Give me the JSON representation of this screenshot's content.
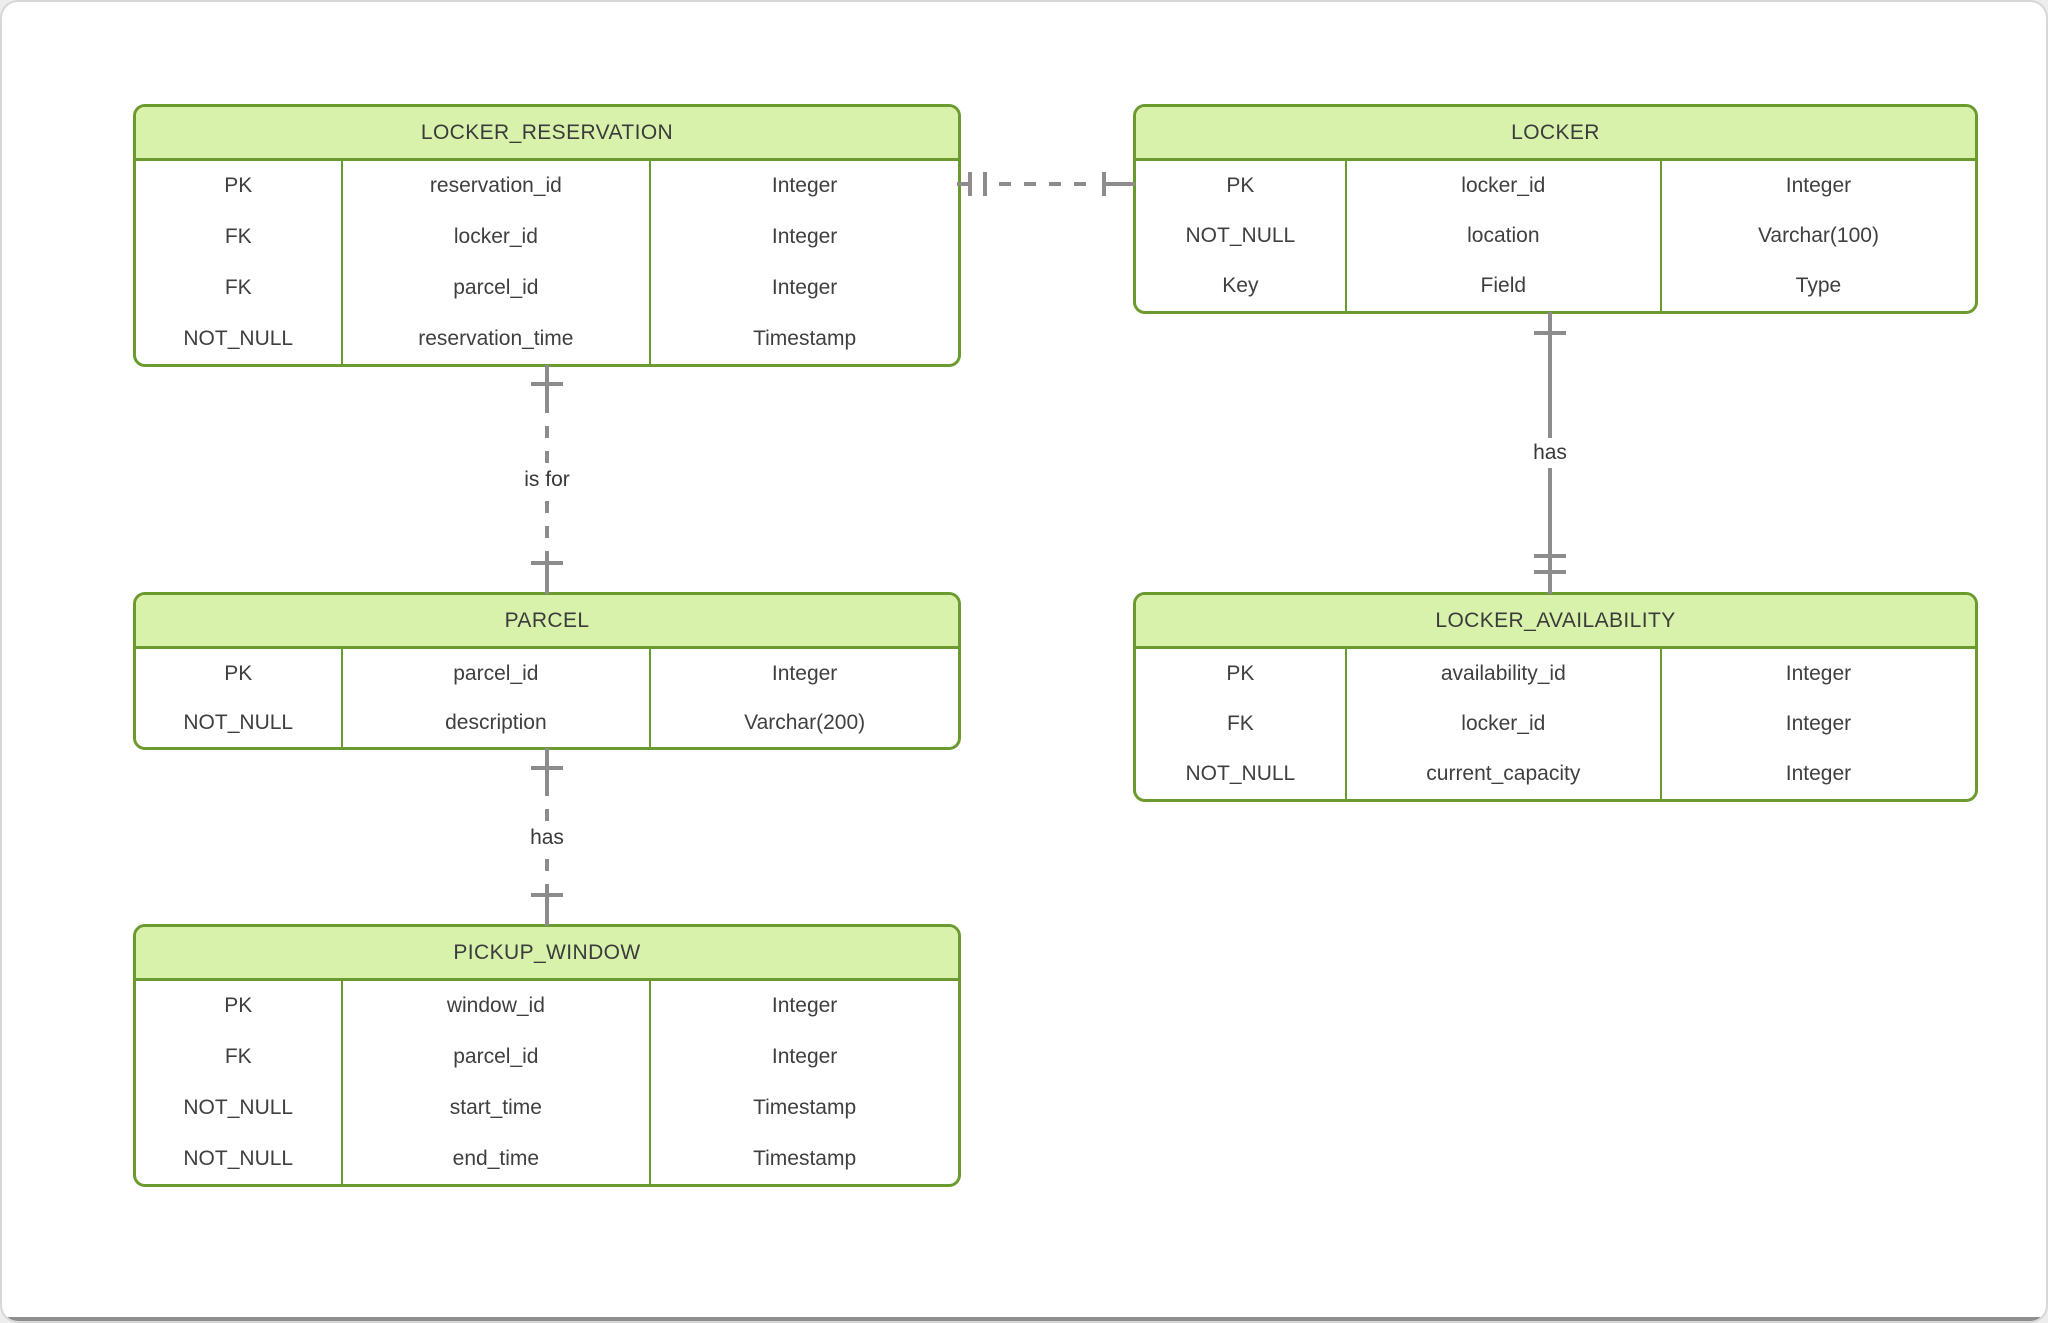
{
  "diagram": {
    "colors": {
      "table_border": "#6b9a2e",
      "header_fill": "#d9f2ab",
      "connector_gray": "#8c8c8c",
      "text": "#3f3f3f"
    },
    "tables": [
      {
        "title": "LOCKER_RESERVATION",
        "rows": [
          [
            "PK",
            "reservation_id",
            "Integer"
          ],
          [
            "FK",
            "locker_id",
            "Integer"
          ],
          [
            "FK",
            "parcel_id",
            "Integer"
          ],
          [
            "NOT_NULL",
            "reservation_time",
            "Timestamp"
          ]
        ]
      },
      {
        "title": "LOCKER",
        "rows": [
          [
            "PK",
            "locker_id",
            "Integer"
          ],
          [
            "NOT_NULL",
            "location",
            "Varchar(100)"
          ],
          [
            "Key",
            "Field",
            "Type"
          ]
        ]
      },
      {
        "title": "PARCEL",
        "rows": [
          [
            "PK",
            "parcel_id",
            "Integer"
          ],
          [
            "NOT_NULL",
            "description",
            "Varchar(200)"
          ]
        ]
      },
      {
        "title": "LOCKER_AVAILABILITY",
        "rows": [
          [
            "PK",
            "availability_id",
            "Integer"
          ],
          [
            "FK",
            "locker_id",
            "Integer"
          ],
          [
            "NOT_NULL",
            "current_capacity",
            "Integer"
          ]
        ]
      },
      {
        "title": "PICKUP_WINDOW",
        "rows": [
          [
            "PK",
            "window_id",
            "Integer"
          ],
          [
            "FK",
            "parcel_id",
            "Integer"
          ],
          [
            "NOT_NULL",
            "start_time",
            "Timestamp"
          ],
          [
            "NOT_NULL",
            "end_time",
            "Timestamp"
          ]
        ]
      }
    ],
    "connectors": [
      {
        "from": "LOCKER_RESERVATION",
        "to": "LOCKER",
        "label": "",
        "line": "dashed",
        "from_marker": "one-and-only-one",
        "to_marker": "one"
      },
      {
        "from": "LOCKER_RESERVATION",
        "to": "PARCEL",
        "label": "is for",
        "line": "dashed",
        "from_marker": "one",
        "to_marker": "one"
      },
      {
        "from": "LOCKER",
        "to": "LOCKER_AVAILABILITY",
        "label": "has",
        "line": "solid",
        "from_marker": "one",
        "to_marker": "one-and-only-one"
      },
      {
        "from": "PARCEL",
        "to": "PICKUP_WINDOW",
        "label": "has",
        "line": "dashed",
        "from_marker": "one",
        "to_marker": "one"
      }
    ]
  }
}
